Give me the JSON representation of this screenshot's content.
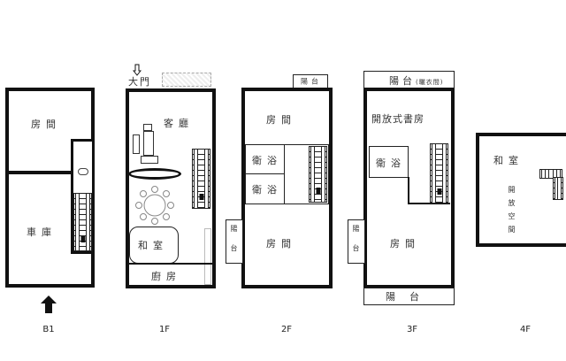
{
  "floors": [
    {
      "label": "B1",
      "rooms": [
        "房間",
        "車庫"
      ]
    },
    {
      "label": "1F",
      "rooms": [
        "客廳",
        "和室",
        "廚房"
      ],
      "entrance": "大門"
    },
    {
      "label": "2F",
      "rooms": [
        "房間",
        "衛浴",
        "衛浴",
        "房間",
        "陽台",
        "陽台"
      ]
    },
    {
      "label": "3F",
      "rooms": [
        "開放式書房",
        "衛浴",
        "房間",
        "陽台",
        "陽台",
        "陽台"
      ],
      "balcony_note": "(曬衣間)"
    },
    {
      "label": "4F",
      "rooms": [
        "和室",
        "開放空間"
      ]
    }
  ],
  "icons": [
    "up-arrow-icon",
    "down-arrow-icon",
    "sofa-icon",
    "round-table-icon",
    "staircase-icon",
    "toilet-icon"
  ]
}
